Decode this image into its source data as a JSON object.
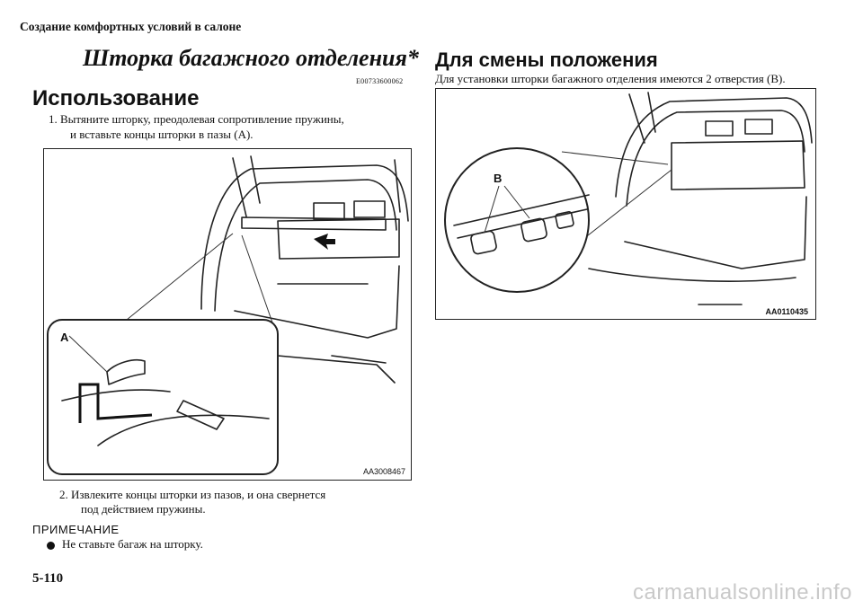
{
  "header": {
    "section": "Создание комфортных условий в салоне",
    "page_number": "5-110"
  },
  "left": {
    "title": "Шторка багажного отделения*",
    "doc_id": "E00733600062",
    "heading": "Использование",
    "step1_line1": "1.  Вытяните шторку, преодолевая сопротивление пружины,",
    "step1_line2": "и вставьте концы шторки в пазы (A).",
    "figure": {
      "label": "AA3008467",
      "callout": "A"
    },
    "step2_line1": "2.  Извлеките концы шторки из пазов, и она свернется",
    "step2_line2": "под действием пружины.",
    "note_heading": "ПРИМЕЧАНИЕ",
    "note_item": "Не ставьте багаж на шторку."
  },
  "right": {
    "heading": "Для смены положения",
    "text": "Для установки шторки багажного отделения имеются 2 отверстия (B).",
    "figure": {
      "label": "AA0110435",
      "callout": "B"
    }
  },
  "watermark": "carmanualsonline.info"
}
